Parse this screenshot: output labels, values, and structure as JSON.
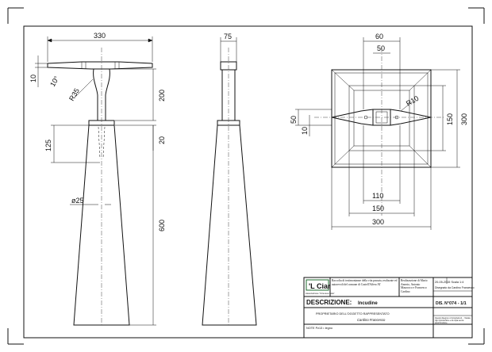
{
  "drawing": {
    "dims_front": {
      "top_width": "330",
      "plate_thickness": "10",
      "angle": "10°",
      "radius": "R35",
      "stem_height": "200",
      "collar": "20",
      "depth": "125",
      "bore": "ø25",
      "base_height": "600"
    },
    "dims_side": {
      "stem_width": "75"
    },
    "dims_top": {
      "d60": "60",
      "d50_top": "50",
      "radius": "R10",
      "d50_left": "50",
      "d10": "10",
      "d150_right": "150",
      "d300_right": "300",
      "d110": "110",
      "d150_bottom": "150",
      "d300_bottom": "300"
    }
  },
  "title_block": {
    "logo_text": "'L Ciar",
    "logo_sub": "Associazione \"Cira sua mola\"",
    "collection": "Raccolta di testimonianze della vita passata, realizzate ed autorevoli del comune di Castell'Alfero AT",
    "authors": "Realizzazione di Mario Amerio, Antonio Mazzocco e Francesco Cardino",
    "date_scale": "20-05-2015 Scala 1:4",
    "drawn_by": "Disegnato da Cardino Francesco",
    "desc_label": "DESCRIZIONE:",
    "desc_value": "Incudine",
    "dis_label": "DIS. N°",
    "dis_value": "074 - 1/1",
    "owner_line": "PROPRIETARIO DELL'OGGETTO RAPPRESENTATO",
    "owner_name": "Cardino Francesco",
    "note": "NOTE  Pz13 • legno",
    "rights": "Questo disegno è di proprietà di...; Vietata ogni riproduzione e la copia senza autorizzazione."
  }
}
